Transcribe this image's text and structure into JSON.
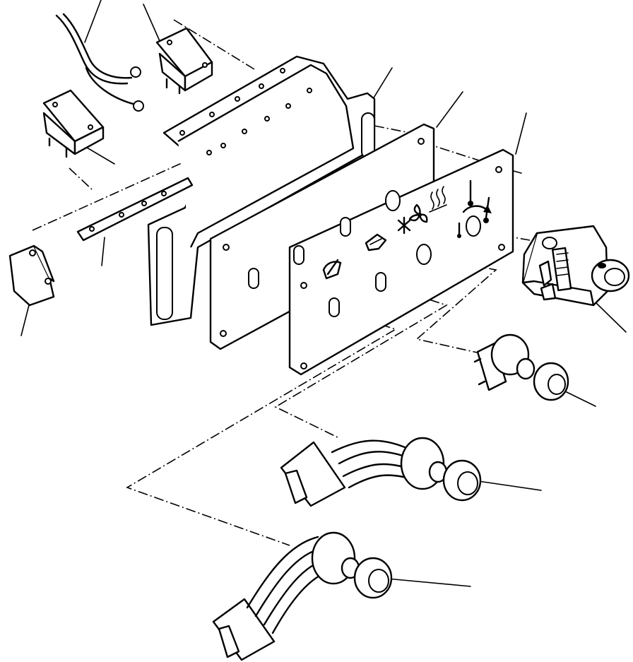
{
  "diagram": {
    "kind": "exploded-parts-view",
    "callout_labels": [],
    "panel_symbols": [
      "thermometer",
      "fan",
      "snowflake",
      "windshield-wiper",
      "rear-defog",
      "temperature-knob"
    ],
    "colors": {
      "line": "#000000",
      "background": "#ffffff"
    }
  }
}
